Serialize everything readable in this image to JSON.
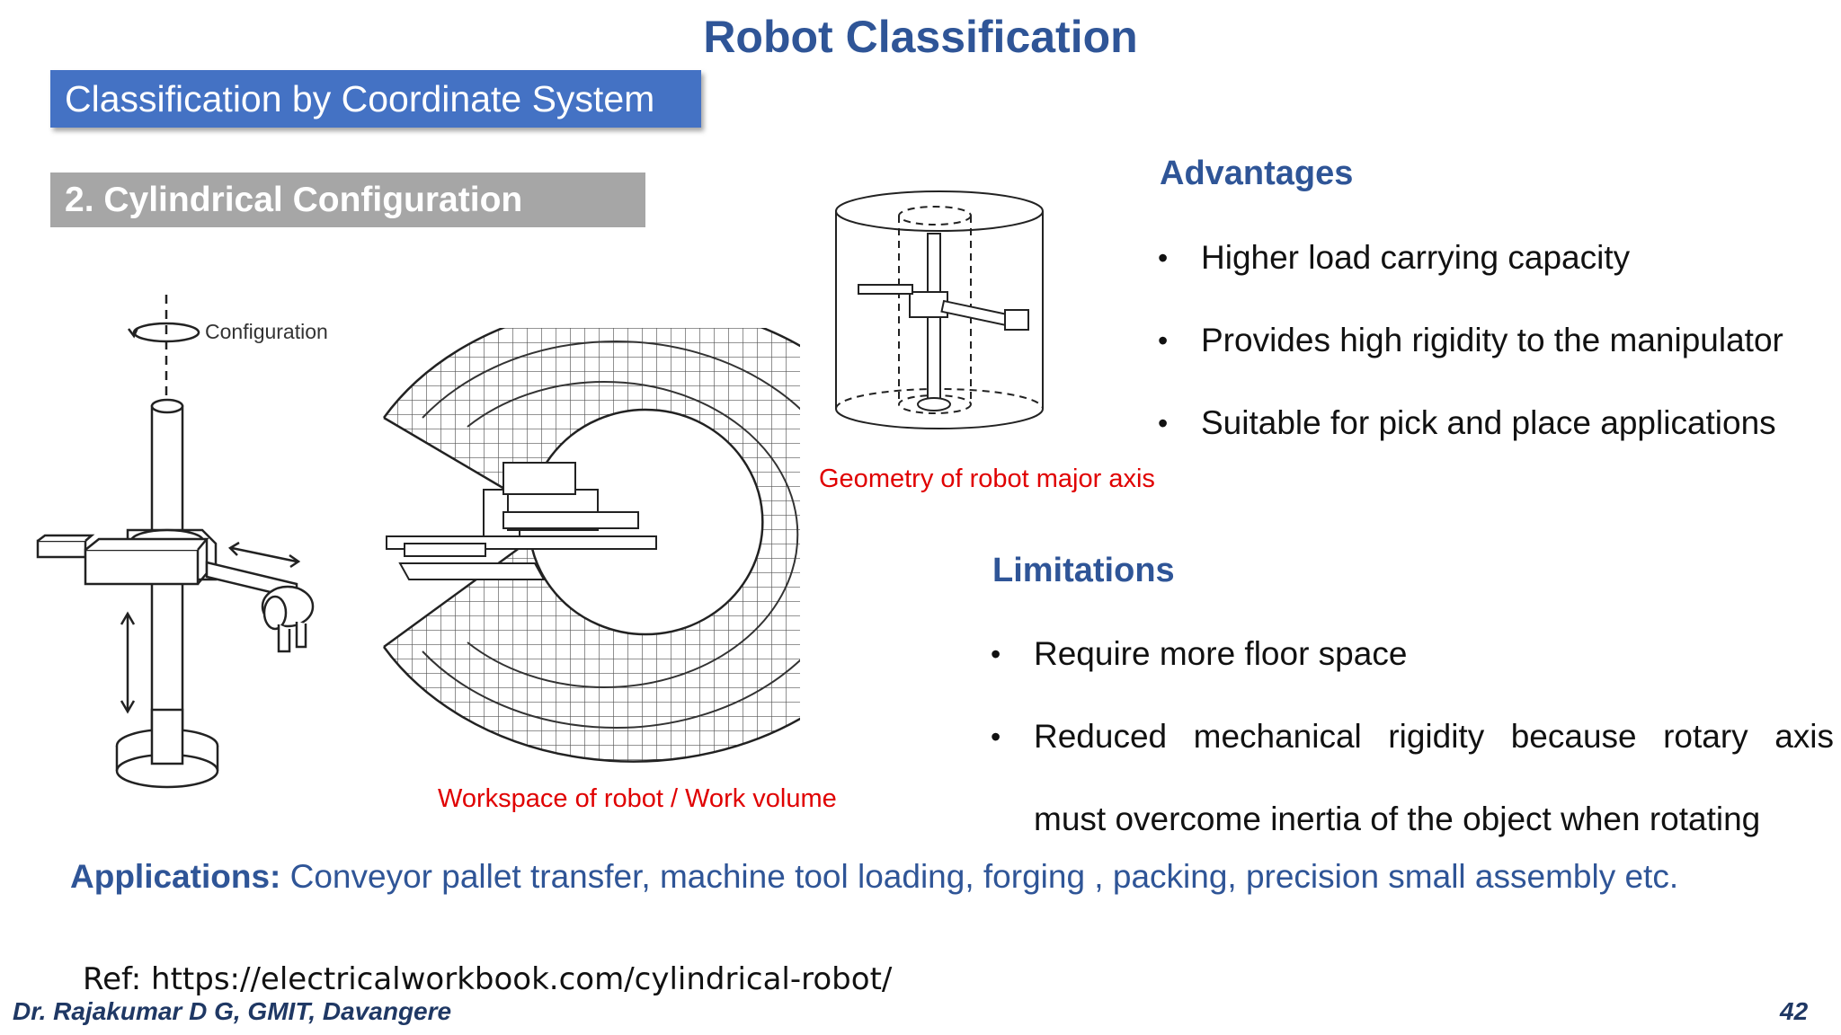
{
  "slide": {
    "title": "Robot Classification",
    "banner": "Classification by Coordinate System",
    "subbanner": "2. Cylindrical Configuration",
    "figure_labels": {
      "configuration": "Configuration",
      "workspace_caption": "Workspace of robot / Work volume",
      "geometry_caption": "Geometry of robot major axis"
    },
    "advantages": {
      "heading": "Advantages",
      "items": [
        "Higher load carrying capacity",
        "Provides high rigidity to the manipulator",
        "Suitable for pick and place applications"
      ]
    },
    "limitations": {
      "heading": "Limitations",
      "items": [
        "Require more floor space",
        "Reduced mechanical rigidity because rotary axis",
        "must overcome inertia of the object when rotating"
      ]
    },
    "applications": {
      "label": "Applications:",
      "text": " Conveyor pallet transfer, machine tool loading, forging , packing, precision small assembly etc."
    },
    "reference": "Ref: https://electricalworkbook.com/cylindrical-robot/",
    "footer": {
      "author": "Dr. Rajakumar D G, GMIT, Davangere",
      "page_number": "42"
    },
    "bullet_glyph": "•",
    "colors": {
      "title": "#2f5597",
      "banner_bg": "#4472c4",
      "subbanner_bg": "#a6a6a6",
      "caption": "#e00000"
    }
  }
}
